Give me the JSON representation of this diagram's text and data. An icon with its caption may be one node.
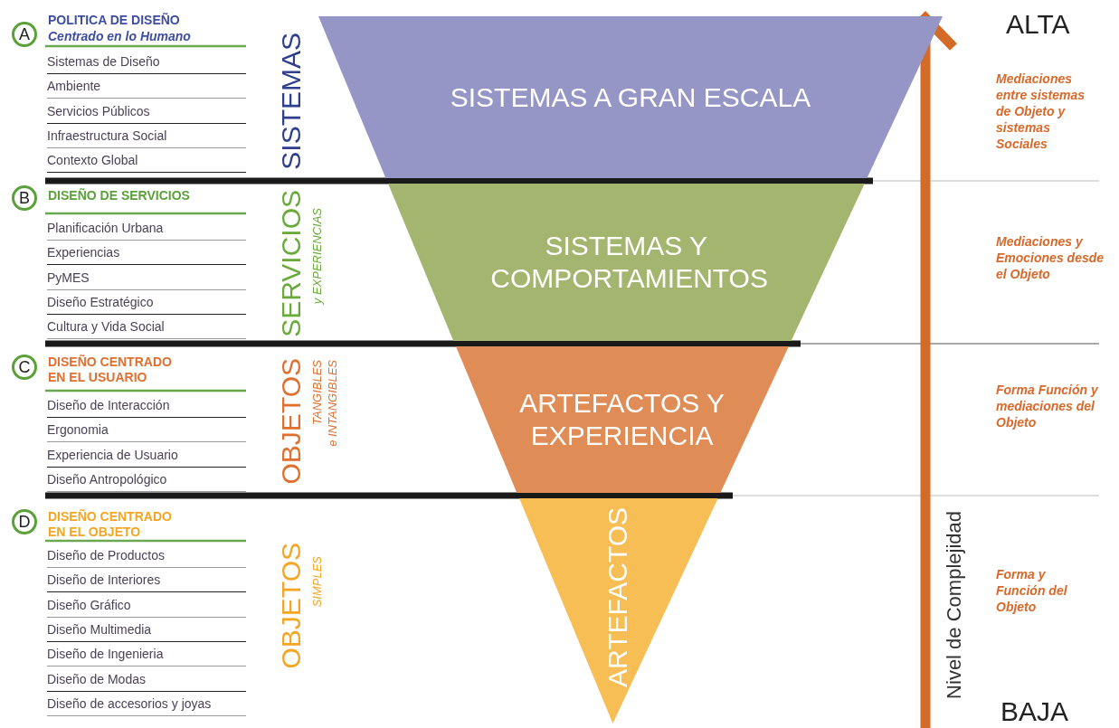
{
  "diagram": {
    "nodes": [
      {
        "text": [
          "A"
        ]
      },
      {
        "text": [
          "B"
        ]
      },
      {
        "text": [
          "C"
        ]
      },
      {
        "text": [
          "D"
        ]
      },
      {
        "text": [
          "SISTEMAS A GRAN ESCALA"
        ]
      },
      {
        "text": [
          "SISTEMAS Y COMPORTAMIENTOS"
        ]
      },
      {
        "text": [
          "ARTEFACTOS Y EXPERIENCIA"
        ]
      },
      {
        "text": [
          "ARTEFACTOS"
        ]
      }
    ],
    "edges": [],
    "labels": [
      "POLITICA DE DISEÑO",
      "Centrado en lo Humano",
      "Sistemas de Diseño",
      "Ambiente",
      "Servicios Públicos",
      "Infraestructura Social",
      "Contexto Global",
      "SISTEMAS",
      "ALTA",
      "Mediaciones entre sistemas de Objeto y sistemas Sociales",
      "DISEÑO DE SERVICIOS",
      "Planificación Urbana",
      "Experiencias",
      "PyMES",
      "Diseño Estratégico",
      "Cultura y Vida Social",
      "SERVICIOS",
      "y EXPERIENCIAS",
      "Mediaciones y Emociones desde el Objeto",
      "DISEÑO CENTRADO EN EL USUARIO",
      "Diseño de Interacción",
      "Ergonomia",
      "Experiencia de Usuario",
      "Diseño Antropológico",
      "OBJETOS",
      "TANGIBLES",
      "e INTANGIBLES",
      "Forma Función y mediaciones del Objeto",
      "DISEÑO CENTRADO EN EL OBJETO",
      "Diseño de Productos",
      "Diseño de Interiores",
      "Diseño Gráfico",
      "Diseño Multimedia",
      "Diseño de Ingenieria",
      "Diseño de Modas",
      "Diseño de accesorios y joyas",
      "OBJETOS",
      "SIMPLES",
      "Forma y Función del Objeto",
      "Nivel de Complejidad",
      "BAJA"
    ]
  }
}
